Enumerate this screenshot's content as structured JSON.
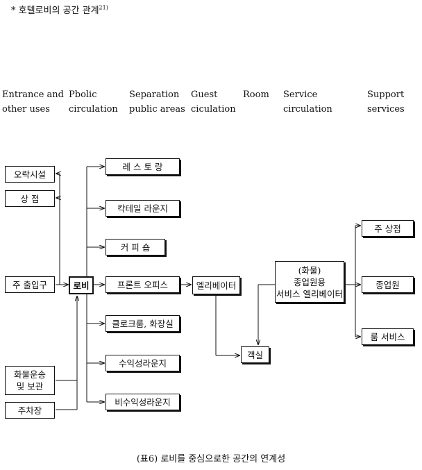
{
  "heading": {
    "bullet": "*",
    "text": "호텔로비의 공간 관계",
    "footnote": "21)"
  },
  "columns": [
    {
      "id": "c1",
      "lines": [
        "Entrance and",
        "other uses"
      ]
    },
    {
      "id": "c2",
      "lines": [
        "Pbolic",
        "circulation"
      ]
    },
    {
      "id": "c3",
      "lines": [
        "Separation",
        "public areas"
      ]
    },
    {
      "id": "c4",
      "lines": [
        "Guest",
        "ciculation"
      ]
    },
    {
      "id": "c5",
      "lines": [
        "Room",
        ""
      ]
    },
    {
      "id": "c6",
      "lines": [
        "Service",
        "circulation"
      ]
    },
    {
      "id": "c7",
      "lines": [
        "Support",
        "services"
      ]
    }
  ],
  "nodes": {
    "entertainment": "오락시설",
    "shops": "상    점",
    "main_entrance": "주 출입구",
    "cargo_line1": "화물운송",
    "cargo_line2": "및 보관",
    "parking": "주차장",
    "lobby": "로비",
    "restaurant": "레 스 토 랑",
    "cocktail_lounge": "칵테일 라운지",
    "coffee_shop": "커  피  숍",
    "front_office": "프론트 오피스",
    "cloakroom": "클로크룸, 화장실",
    "revenue_lounge": "수익성라운지",
    "nonrevenue_lounge": "비수익성라운지",
    "elevator": "엘리베이터",
    "guest_room": "객실",
    "service_line1": "(화물)",
    "service_line2": "종업원용",
    "service_line3": "서비스 엘리베이터",
    "main_shop": "주 상점",
    "staff": "종업원",
    "room_service": "룸 서비스"
  },
  "caption": "(표6) 로비를 중심으로한 공간의 연계성"
}
